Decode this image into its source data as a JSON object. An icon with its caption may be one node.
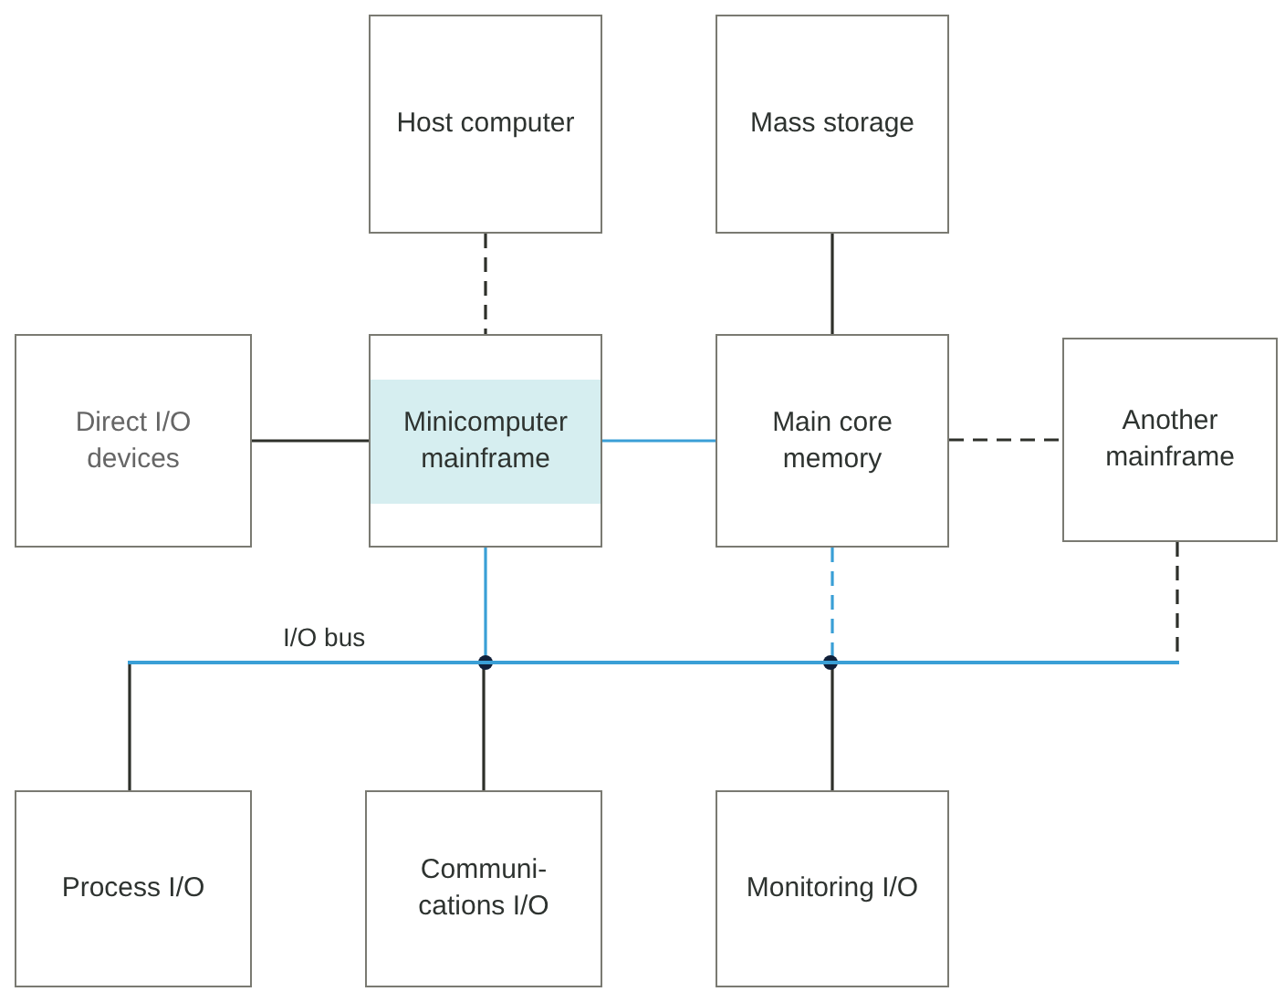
{
  "diagram": {
    "nodes": [
      {
        "text": [
          "Host computer"
        ]
      },
      {
        "text": [
          "Mass storage"
        ]
      },
      {
        "text": [
          "Direct I/O devices"
        ]
      },
      {
        "text": [
          "Minicomputer mainframe"
        ]
      },
      {
        "text": [
          "Main core memory"
        ]
      },
      {
        "text": [
          "Another mainframe"
        ]
      },
      {
        "text": [],
        "shape": "bar",
        "beside": [
          "I/O bus"
        ]
      },
      {
        "text": [
          "Process I/O"
        ]
      },
      {
        "text": [
          "Communi- cations I/O"
        ]
      },
      {
        "text": [
          "Monitoring I/O"
        ]
      }
    ],
    "edges": [
      {
        "from": 0,
        "to": 3,
        "arrow": "none",
        "style": "dashed"
      },
      {
        "from": 1,
        "to": 4,
        "arrow": "none"
      },
      {
        "from": 2,
        "to": 3,
        "arrow": "none"
      },
      {
        "from": 3,
        "to": 4,
        "arrow": "none",
        "color": "#3a9fd6"
      },
      {
        "from": 4,
        "to": 5,
        "arrow": "none",
        "style": "dashed"
      },
      {
        "from": 3,
        "to": 6,
        "arrow": "none",
        "color": "#3a9fd6"
      },
      {
        "from": 4,
        "to": 6,
        "arrow": "none",
        "style": "dashed",
        "color": "#3a9fd6"
      },
      {
        "from": 5,
        "to": 6,
        "arrow": "none",
        "style": "dashed"
      },
      {
        "from": 6,
        "to": 7,
        "arrow": "none"
      },
      {
        "from": 6,
        "to": 8,
        "arrow": "none"
      },
      {
        "from": 6,
        "to": 9,
        "arrow": "none"
      }
    ]
  }
}
